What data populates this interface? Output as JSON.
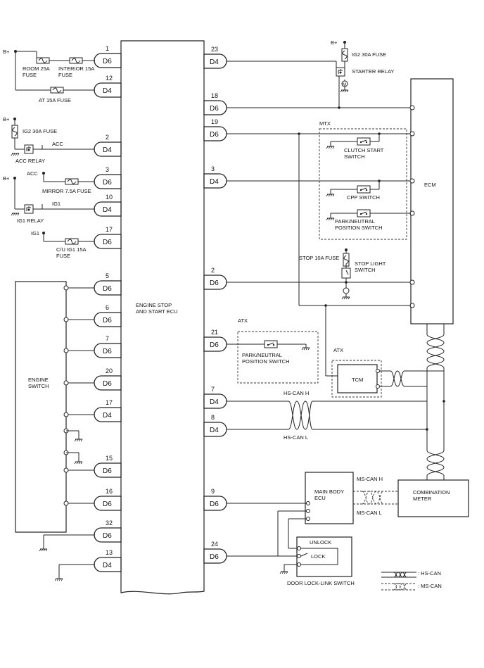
{
  "ecu": {
    "title_line1": "ENGINE STOP",
    "title_line2": "AND START ECU"
  },
  "engine_switch": {
    "line1": "ENGINE",
    "line2": "SWITCH"
  },
  "ecm": {
    "label": "ECM"
  },
  "tcm": {
    "label": "TCM"
  },
  "main_body_ecu": {
    "line1": "MAIN BODY",
    "line2": "ECU"
  },
  "combination_meter": {
    "line1": "COMBINATION",
    "line2": "METER"
  },
  "left_pins": [
    {
      "num": "1",
      "conn": "D6"
    },
    {
      "num": "12",
      "conn": "D4"
    },
    {
      "num": "2",
      "conn": "D4"
    },
    {
      "num": "3",
      "conn": "D6"
    },
    {
      "num": "10",
      "conn": "D4"
    },
    {
      "num": "17",
      "conn": "D6"
    },
    {
      "num": "5",
      "conn": "D6"
    },
    {
      "num": "6",
      "conn": "D6"
    },
    {
      "num": "7",
      "conn": "D6"
    },
    {
      "num": "20",
      "conn": "D6"
    },
    {
      "num": "17",
      "conn": "D4"
    },
    {
      "num": "15",
      "conn": "D6"
    },
    {
      "num": "16",
      "conn": "D6"
    },
    {
      "num": "32",
      "conn": "D6"
    },
    {
      "num": "13",
      "conn": "D4"
    }
  ],
  "right_pins": [
    {
      "num": "23",
      "conn": "D4"
    },
    {
      "num": "18",
      "conn": "D6"
    },
    {
      "num": "19",
      "conn": "D6"
    },
    {
      "num": "3",
      "conn": "D4"
    },
    {
      "num": "2",
      "conn": "D6"
    },
    {
      "num": "21",
      "conn": "D6"
    },
    {
      "num": "7",
      "conn": "D4"
    },
    {
      "num": "8",
      "conn": "D4"
    },
    {
      "num": "9",
      "conn": "D6"
    },
    {
      "num": "24",
      "conn": "D6"
    }
  ],
  "labels": {
    "b_plus": "B+",
    "room_fuse_1": "ROOM 25A",
    "room_fuse_2": "FUSE",
    "interior_fuse_1": "INTERIOR 15A",
    "interior_fuse_2": "FUSE",
    "at_fuse": "AT 15A FUSE",
    "ig2_fuse": "IG2 30A  FUSE",
    "acc": "ACC",
    "acc_relay": "ACC RELAY",
    "mirror_fuse": "MIRROR 7.5A FUSE",
    "ig1": "IG1",
    "ig1_relay": "IG1 RELAY",
    "cu_fuse_1": "C/U IG1 15A",
    "cu_fuse_2": "FUSE",
    "ig2_fuse_right": "IG2 30A  FUSE",
    "starter_relay": "STARTER RELAY",
    "mtx": "MTX",
    "clutch_1": "CLUTCH START",
    "clutch_2": "SWITCH",
    "cpp": "CPP SWITCH",
    "park_mtx_1": "PARK/NEUTRAL",
    "park_mtx_2": "POSITION SWITCH",
    "stop_fuse": "STOP 10A FUSE",
    "stop_light_1": "STOP LIGHT",
    "stop_light_2": "SWITCH",
    "atx_top": "ATX",
    "park_atx_1": "PARK/NEUTRAL",
    "park_atx_2": "POSITION SWITCH",
    "atx_tcm": "ATX",
    "hs_can_h": "HS-CAN H",
    "hs_can_l": "HS-CAN L",
    "ms_can_h": "MS-CAN H",
    "ms_can_l": "MS-CAN L",
    "unlock": "UNLOCK",
    "lock": "LOCK",
    "door_switch": "DOOR LOCK-LINK  SWITCH",
    "legend_hs": ": HS-CAN",
    "legend_ms": ": MS-CAN"
  }
}
